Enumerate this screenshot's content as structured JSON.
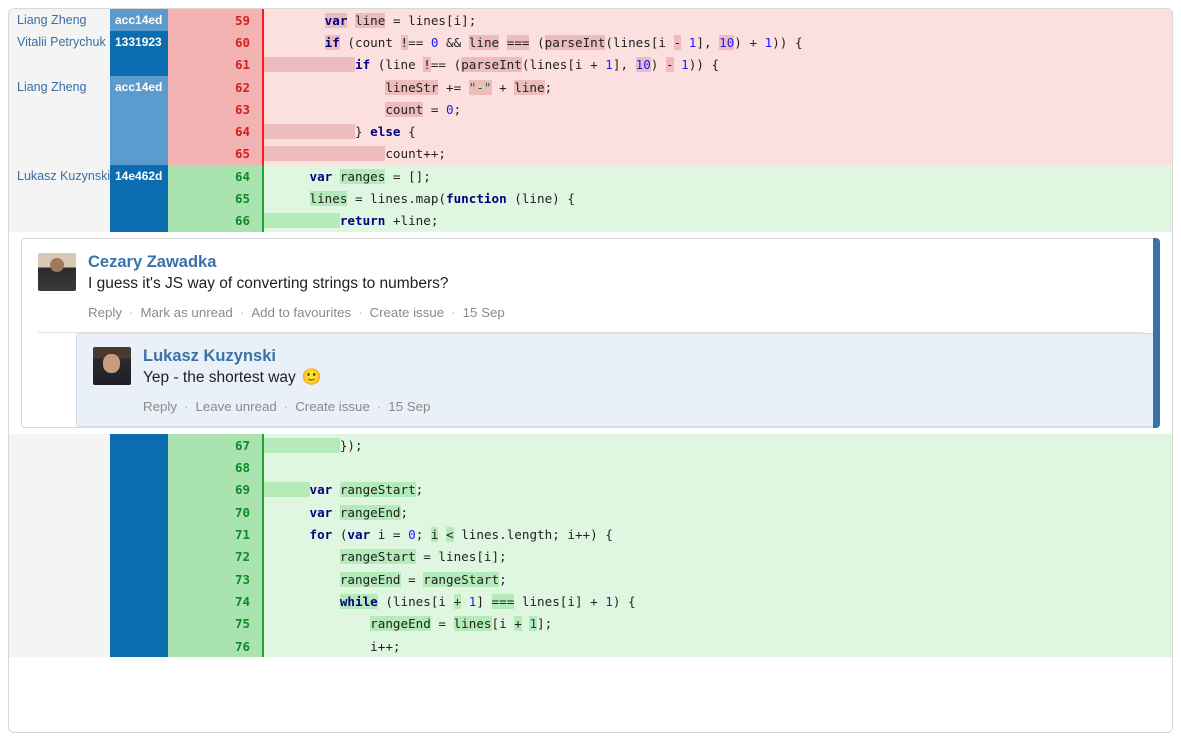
{
  "diff_top": {
    "rows": [
      {
        "author": "Liang Zheng",
        "commit": "acc14ed",
        "commit_shade": "light",
        "num": "59",
        "type": "removed",
        "indent_bar": false,
        "tokens": [
          {
            "t": "var",
            "c": "kw hr"
          },
          {
            "t": " ",
            "c": ""
          },
          {
            "t": "line",
            "c": "hr"
          },
          {
            "t": " = lines[i];",
            "c": ""
          }
        ]
      },
      {
        "author": "Vitalii Petrychuk",
        "commit": "1331923",
        "commit_shade": "dark",
        "num": "60",
        "type": "removed",
        "indent_bar": false,
        "tokens": [
          {
            "t": "if",
            "c": "kw hr"
          },
          {
            "t": " (count ",
            "c": ""
          },
          {
            "t": "!",
            "c": "hr"
          },
          {
            "t": "== ",
            "c": ""
          },
          {
            "t": "0",
            "c": "num"
          },
          {
            "t": " && ",
            "c": ""
          },
          {
            "t": "line",
            "c": "hr"
          },
          {
            "t": " ",
            "c": ""
          },
          {
            "t": "===",
            "c": "hr"
          },
          {
            "t": " (",
            "c": ""
          },
          {
            "t": "parseInt",
            "c": "hr"
          },
          {
            "t": "(lines[i ",
            "c": ""
          },
          {
            "t": "-",
            "c": "hr"
          },
          {
            "t": " ",
            "c": ""
          },
          {
            "t": "1",
            "c": "num"
          },
          {
            "t": "], ",
            "c": ""
          },
          {
            "t": "10",
            "c": "num hr"
          },
          {
            "t": ") + ",
            "c": ""
          },
          {
            "t": "1",
            "c": "num"
          },
          {
            "t": ")) {",
            "c": ""
          }
        ]
      },
      {
        "author": "",
        "commit": "",
        "commit_shade": "dark",
        "num": "61",
        "type": "removed",
        "indent_bar": true,
        "tokens": [
          {
            "t": "if",
            "c": "kw"
          },
          {
            "t": " (line ",
            "c": ""
          },
          {
            "t": "!",
            "c": "hr"
          },
          {
            "t": "== (",
            "c": ""
          },
          {
            "t": "parseInt",
            "c": "hr"
          },
          {
            "t": "(lines[i + ",
            "c": ""
          },
          {
            "t": "1",
            "c": "num"
          },
          {
            "t": "], ",
            "c": ""
          },
          {
            "t": "10",
            "c": "num hr"
          },
          {
            "t": ") ",
            "c": ""
          },
          {
            "t": "-",
            "c": "hr"
          },
          {
            "t": " ",
            "c": ""
          },
          {
            "t": "1",
            "c": "num"
          },
          {
            "t": ")) {",
            "c": ""
          }
        ]
      },
      {
        "author": "Liang Zheng",
        "commit": "acc14ed",
        "commit_shade": "light",
        "num": "62",
        "type": "removed",
        "indent_bar": false,
        "tokens": [
          {
            "t": "lineStr",
            "c": "hr"
          },
          {
            "t": " += ",
            "c": ""
          },
          {
            "t": "\"-\"",
            "c": "str hr"
          },
          {
            "t": " + ",
            "c": ""
          },
          {
            "t": "line",
            "c": "hr"
          },
          {
            "t": ";",
            "c": ""
          }
        ]
      },
      {
        "author": "",
        "commit": "",
        "commit_shade": "light",
        "num": "63",
        "type": "removed",
        "indent_bar": false,
        "tokens": [
          {
            "t": "count",
            "c": "hr"
          },
          {
            "t": " = ",
            "c": ""
          },
          {
            "t": "0",
            "c": "num"
          },
          {
            "t": ";",
            "c": ""
          }
        ]
      },
      {
        "author": "",
        "commit": "",
        "commit_shade": "light",
        "num": "64",
        "type": "removed",
        "indent_bar": true,
        "tokens": [
          {
            "t": "} ",
            "c": ""
          },
          {
            "t": "else",
            "c": "kw"
          },
          {
            "t": " {",
            "c": ""
          }
        ]
      },
      {
        "author": "",
        "commit": "",
        "commit_shade": "light",
        "num": "65",
        "type": "removed",
        "indent_bar": true,
        "tokens": [
          {
            "t": "count",
            "c": ""
          },
          {
            "t": "++;",
            "c": ""
          }
        ]
      },
      {
        "author": "Lukasz Kuzynski",
        "commit": "14e462d",
        "commit_shade": "dark",
        "num": "64",
        "type": "added",
        "indent_bar": false,
        "tokens": [
          {
            "t": "var",
            "c": "kw"
          },
          {
            "t": " ",
            "c": ""
          },
          {
            "t": "ranges",
            "c": "hg"
          },
          {
            "t": " = [];",
            "c": ""
          }
        ]
      },
      {
        "author": "",
        "commit": "",
        "commit_shade": "dark",
        "num": "65",
        "type": "added",
        "indent_bar": false,
        "tokens": [
          {
            "t": "lines",
            "c": "hg"
          },
          {
            "t": " = lines.map(",
            "c": ""
          },
          {
            "t": "function",
            "c": "kw"
          },
          {
            "t": " (line) {",
            "c": ""
          }
        ]
      },
      {
        "author": "",
        "commit": "",
        "commit_shade": "dark",
        "num": "66",
        "type": "added",
        "indent_bar": true,
        "tokens": [
          {
            "t": "return",
            "c": "kw"
          },
          {
            "t": " +line;",
            "c": ""
          }
        ]
      }
    ]
  },
  "comment_thread": {
    "root": {
      "author": "Cezary Zawadka",
      "text": "I guess it's JS way of converting strings to numbers?",
      "actions": [
        "Reply",
        "Mark as unread",
        "Add to favourites",
        "Create issue"
      ],
      "date": "15 Sep"
    },
    "reply": {
      "author": "Lukasz Kuzynski",
      "text": "Yep - the shortest way",
      "emoji": "🙂",
      "actions": [
        "Reply",
        "Leave unread",
        "Create issue"
      ],
      "date": "15 Sep"
    },
    "separator": "·"
  },
  "diff_bottom": {
    "rows": [
      {
        "num": "67",
        "type": "added",
        "indent_bar": true,
        "tokens": [
          {
            "t": "});",
            "c": ""
          }
        ]
      },
      {
        "num": "68",
        "type": "added",
        "indent_bar": false,
        "tokens": [
          {
            "t": "",
            "c": ""
          }
        ]
      },
      {
        "num": "69",
        "type": "added",
        "indent_bar": true,
        "tokens": [
          {
            "t": "var",
            "c": "kw"
          },
          {
            "t": " ",
            "c": ""
          },
          {
            "t": "rangeStart",
            "c": "hg"
          },
          {
            "t": ";",
            "c": ""
          }
        ]
      },
      {
        "num": "70",
        "type": "added",
        "indent_bar": false,
        "tokens": [
          {
            "t": "var",
            "c": "kw"
          },
          {
            "t": " ",
            "c": ""
          },
          {
            "t": "rangeEnd",
            "c": "hg"
          },
          {
            "t": ";",
            "c": ""
          }
        ]
      },
      {
        "num": "71",
        "type": "added",
        "indent_bar": false,
        "tokens": [
          {
            "t": "for",
            "c": "kw"
          },
          {
            "t": " (",
            "c": ""
          },
          {
            "t": "var",
            "c": "kw"
          },
          {
            "t": " i = ",
            "c": ""
          },
          {
            "t": "0",
            "c": "num"
          },
          {
            "t": "; ",
            "c": ""
          },
          {
            "t": "i",
            "c": "hg"
          },
          {
            "t": " ",
            "c": ""
          },
          {
            "t": "<",
            "c": "hg"
          },
          {
            "t": " lines.length; i++) {",
            "c": ""
          }
        ]
      },
      {
        "num": "72",
        "type": "added",
        "indent_bar": false,
        "tokens": [
          {
            "t": "rangeStart",
            "c": "hg"
          },
          {
            "t": " = lines[i];",
            "c": ""
          }
        ]
      },
      {
        "num": "73",
        "type": "added",
        "indent_bar": false,
        "tokens": [
          {
            "t": "rangeEnd",
            "c": "hg"
          },
          {
            "t": " = ",
            "c": ""
          },
          {
            "t": "rangeStart",
            "c": "hg"
          },
          {
            "t": ";",
            "c": ""
          }
        ]
      },
      {
        "num": "74",
        "type": "added",
        "indent_bar": false,
        "tokens": [
          {
            "t": "while",
            "c": "kw hg"
          },
          {
            "t": " (lines[i ",
            "c": ""
          },
          {
            "t": "+",
            "c": "hg"
          },
          {
            "t": " ",
            "c": ""
          },
          {
            "t": "1",
            "c": "num"
          },
          {
            "t": "] ",
            "c": ""
          },
          {
            "t": "===",
            "c": "hg"
          },
          {
            "t": " lines[i] + ",
            "c": ""
          },
          {
            "t": "1",
            "c": "num"
          },
          {
            "t": ") {",
            "c": ""
          }
        ]
      },
      {
        "num": "75",
        "type": "added",
        "indent_bar": false,
        "tokens": [
          {
            "t": "rangeEnd",
            "c": "hg"
          },
          {
            "t": " = ",
            "c": ""
          },
          {
            "t": "lines",
            "c": "hg"
          },
          {
            "t": "[i ",
            "c": ""
          },
          {
            "t": "+",
            "c": "hg"
          },
          {
            "t": " ",
            "c": ""
          },
          {
            "t": "1",
            "c": "num hg"
          },
          {
            "t": "];",
            "c": ""
          }
        ]
      },
      {
        "num": "76",
        "type": "added",
        "indent_bar": false,
        "tokens": [
          {
            "t": "i++;",
            "c": ""
          }
        ]
      }
    ]
  },
  "indents": {
    "r59": "        ",
    "r60": "        ",
    "r61": "            ",
    "r62": "                ",
    "r63": "                ",
    "r64": "            ",
    "r65": "                ",
    "a64": "      ",
    "a65": "      ",
    "a66": "          ",
    "b67": "          ",
    "b68": "",
    "b69": "      ",
    "b70": "      ",
    "b71": "      ",
    "b72": "          ",
    "b73": "          ",
    "b74": "          ",
    "b75": "              ",
    "b76": "              "
  },
  "colors": {
    "removed_bg": "#fce0e0",
    "removed_gutter": "#f3b3b3",
    "removed_rule": "#ff1a1a",
    "added_bg": "#dff7e0",
    "added_gutter": "#a8e3b0",
    "added_rule": "#21a13a",
    "commit_light": "#5b9bcd",
    "commit_dark": "#0b6cb0",
    "author_text": "#3a6ea5",
    "accent": "#3a72a8",
    "reply_bg": "#e9f0f8"
  }
}
